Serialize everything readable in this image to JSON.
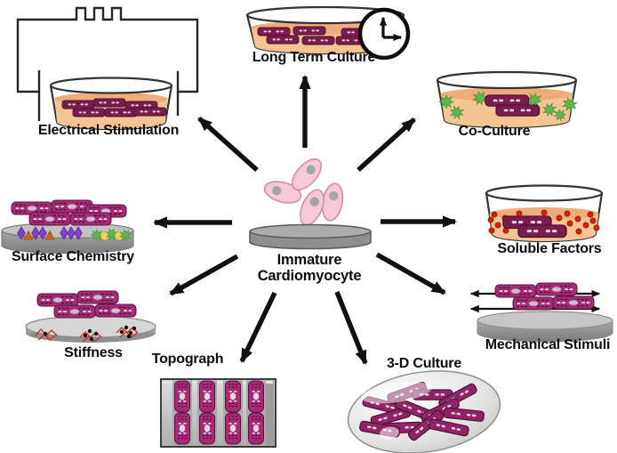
{
  "figure": {
    "center_label": {
      "line1": "Immature",
      "line2": "Cardiomyocyte"
    },
    "nodes": [
      {
        "label": "Electrical Stimulation"
      },
      {
        "label": "Long Term Culture"
      },
      {
        "label": "Co-Culture"
      },
      {
        "label": "Surface Chemistry"
      },
      {
        "label": "Soluble Factors"
      },
      {
        "label": "Stiffness"
      },
      {
        "label": "Topograph"
      },
      {
        "label": "3-D Culture"
      },
      {
        "label": "Mechanical Stimuli"
      }
    ],
    "icons": [
      "clock-icon",
      "pulse-waveform-icon",
      "stretch-arrows-icon",
      "radial-arrow"
    ],
    "colors": {
      "media_orange": "#f4c493",
      "media_surface": "#eeac78",
      "cardiomyocyte_dark": "#7b1c4e",
      "cardiomyocyte_magenta": "#a32d75",
      "immature_cell_pink": "#f7c9d8",
      "nucleus_gray": "#a5a5a5",
      "platform_gray": "#8f8f8f",
      "arrow_black": "#101010",
      "coculture_green": "#62b44d",
      "soluble_factor_red": "#cf2310",
      "ligand_purple": "#8040c8",
      "ligand_orange": "#cd671d",
      "ligand_yellow": "#eed45e",
      "stiffness_fiber_red": "#d62618"
    }
  }
}
